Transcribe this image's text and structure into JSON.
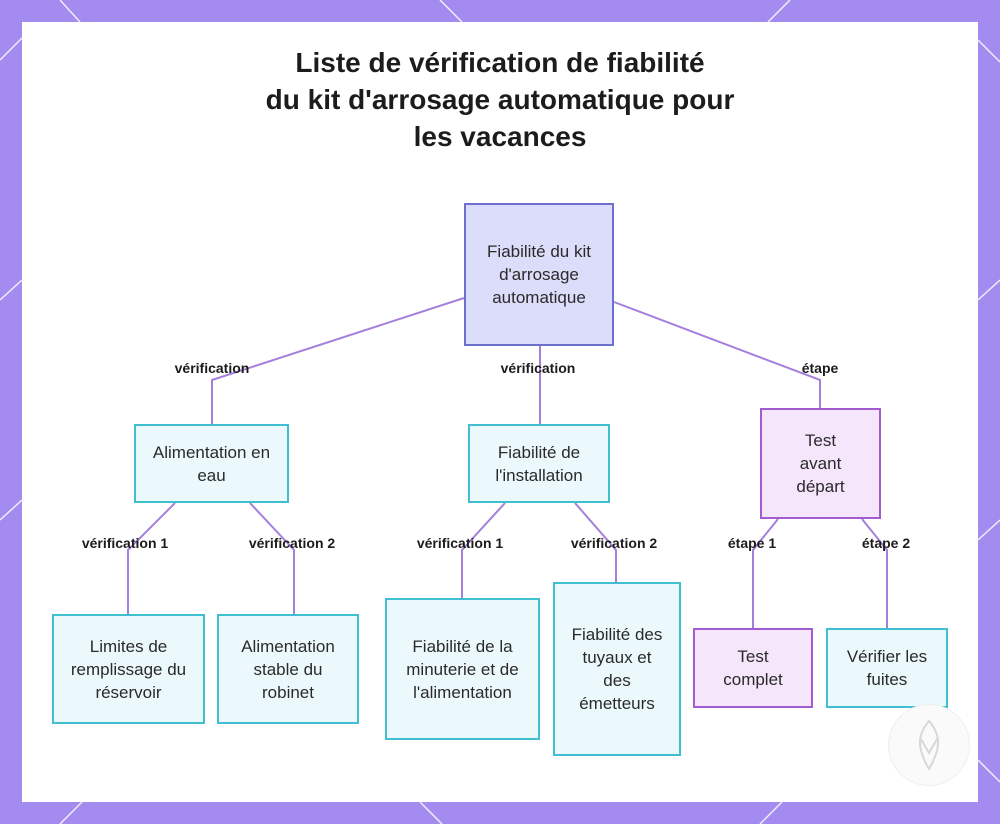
{
  "title": {
    "line1": "Liste de vérification de fiabilité",
    "line2": "du kit d'arrosage automatique pour",
    "line3": "les vacances"
  },
  "nodes": {
    "root": "Fiabilité du kit d'arrosage automatique",
    "water_supply": "Alimentation en eau",
    "installation": "Fiabilité de l'installation",
    "test_before_departure": "Test avant départ",
    "reservoir_limits": "Limites de remplissage du réservoir",
    "tap_supply": "Alimentation stable du robinet",
    "timer_power": "Fiabilité de la minuterie et de l'alimentation",
    "tubes_emitters": "Fiabilité des tuyaux et des émetteurs",
    "full_test": "Test complet",
    "check_leaks": "Vérifier les fuites"
  },
  "edges": {
    "root_to_water": "vérification",
    "root_to_install": "vérification",
    "root_to_test": "étape",
    "water_v1": "vérification 1",
    "water_v2": "vérification 2",
    "install_v1": "vérification 1",
    "install_v2": "vérification 2",
    "test_s1": "étape 1",
    "test_s2": "étape 2"
  },
  "colors": {
    "background": "#a48bf0",
    "connector": "#a57fdc",
    "root_fill": "#dcdcfb",
    "root_border": "#6e70d0",
    "cyan_fill": "#ecf9fc",
    "cyan_border": "#3fbfcf",
    "purple_fill": "#f5e6fb",
    "purple_border": "#a35bd0"
  },
  "icons": {
    "corner_badge": "leaf-logo-icon"
  }
}
